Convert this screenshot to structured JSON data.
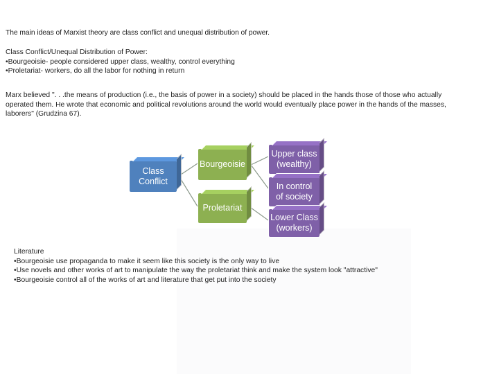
{
  "intro": "The main ideas of Marxist theory are class conflict and unequal distribution of power.",
  "section1": {
    "heading": "Class Conflict/Unequal Distribution of Power:",
    "bullets": [
      "•Bourgeoisie- people considered upper class, wealthy, control everything",
      "•Proletariat- workers, do all the labor for nothing in return"
    ]
  },
  "quote": {
    "lines": [
      "Marx believed \". . .the means of production (i.e., the basis of power in a society) should be placed in the hands those of those who actually",
      "operated them. He wrote that economic and political revolutions around the world would eventually place power in the hands of the masses,",
      "laborers\" (Grudzina 67)."
    ]
  },
  "diagram": {
    "root": {
      "line1": "Class",
      "line2": "Conflict",
      "color": "#4f81bd"
    },
    "branches": [
      {
        "label": "Bourgeoisie",
        "color": "#8db051"
      },
      {
        "label": "Proletariat",
        "color": "#8db051"
      }
    ],
    "leaves": [
      {
        "line1": "Upper class",
        "line2": "(wealthy)",
        "color": "#7f60a8"
      },
      {
        "line1": "In control",
        "line2": "of society",
        "color": "#7f60a8"
      },
      {
        "line1": "Lower Class",
        "line2": "(workers)",
        "color": "#7f60a8"
      }
    ],
    "connector_color": "#8c9a8c"
  },
  "literature": {
    "heading": "Literature",
    "bullets": [
      "•Bourgeoisie use propaganda to make it seem like this society is the only way to live",
      "•Use novels and other works of art to manipulate the way the proletariat think and make the system look \"attractive\"",
      "•Bourgeoisie control all of the works of art and literature that get put into the society"
    ]
  }
}
